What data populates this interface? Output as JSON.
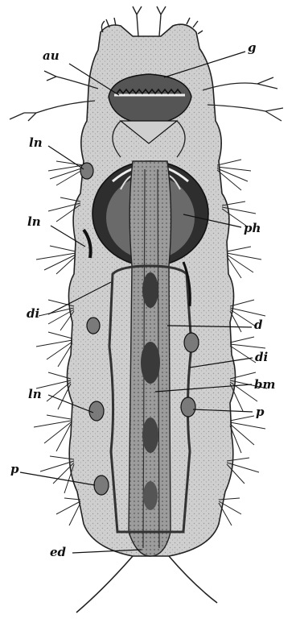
{
  "figure": {
    "labels": {
      "au": "au",
      "g": "g",
      "ln_top": "ln",
      "ln_mid": "ln",
      "ph": "ph",
      "di_left": "di",
      "d": "d",
      "di_right": "di",
      "bm": "bm",
      "ln_low": "ln",
      "p_right": "p",
      "p_left": "p",
      "ed": "ed"
    },
    "colors": {
      "body_fill": "#c9c9c9",
      "ink": "#111111",
      "gut_fill": "#8a8a8a",
      "dark_fill": "#3a3a3a",
      "background": "#ffffff"
    }
  }
}
